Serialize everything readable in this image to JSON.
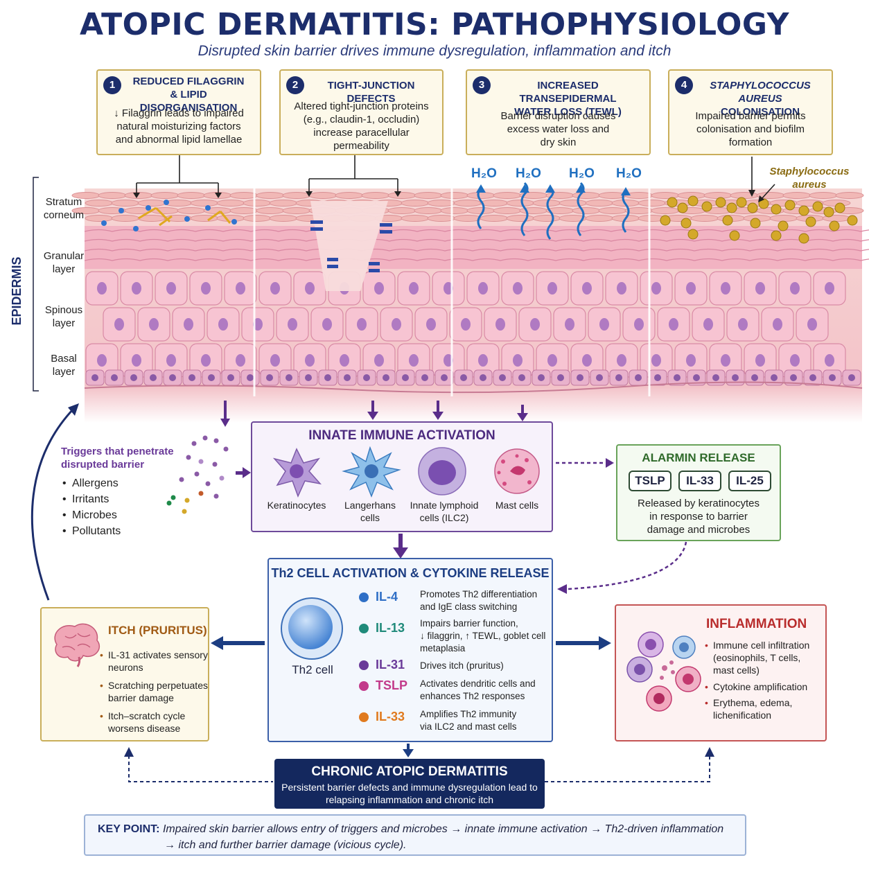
{
  "title": "ATOPIC DERMATITIS: PATHOPHYSIOLOGY",
  "subtitle": "Disrupted skin barrier drives immune dysregulation, inflammation and itch",
  "steps": [
    {
      "num": "1",
      "head1": "REDUCED FILAGGRIN",
      "head2": "& LIPID DISORGANISATION",
      "b1": "↓ Filaggrin leads to impaired",
      "b2": "natural moisturizing factors",
      "b3": "and abnormal lipid lamellae"
    },
    {
      "num": "2",
      "head1": "TIGHT-JUNCTION DEFECTS",
      "b1": "Altered tight-junction proteins",
      "b2": "(e.g., claudin-1, occludin)",
      "b3": "increase paracellular",
      "b4": "permeability"
    },
    {
      "num": "3",
      "head1": "INCREASED TRANSEPIDERMAL",
      "head2": "WATER LOSS (TEWL)",
      "b1": "Barrier disruption causes",
      "b2": "excess water loss and",
      "b3": "dry skin"
    },
    {
      "num": "4",
      "head1": "STAPHYLOCOCCUS AUREUS",
      "head2": "COLONISATION",
      "b1": "Impaired barrier permits",
      "b2": "colonisation and biofilm",
      "b3": "formation"
    }
  ],
  "layers": {
    "epidermis": "EPIDERMIS",
    "stratum1": "Stratum",
    "stratum2": "corneum",
    "granular1": "Granular",
    "granular2": "layer",
    "spinous1": "Spinous",
    "spinous2": "layer",
    "basal1": "Basal",
    "basal2": "layer"
  },
  "h2o": "H₂O",
  "staph1": "Staphylococcus",
  "staph2": "aureus",
  "triggers": {
    "h1": "Triggers that penetrate",
    "h2": "disrupted barrier",
    "items": [
      "Allergens",
      "Irritants",
      "Microbes",
      "Pollutants"
    ]
  },
  "innate": {
    "title": "INNATE IMMUNE ACTIVATION",
    "cells": [
      {
        "l1": "Keratinocytes",
        "l2": ""
      },
      {
        "l1": "Langerhans",
        "l2": "cells"
      },
      {
        "l1": "Innate lymphoid",
        "l2": "cells (ILC2)"
      },
      {
        "l1": "Mast cells",
        "l2": ""
      }
    ]
  },
  "alarmin": {
    "title": "ALARMIN RELEASE",
    "pills": [
      "TSLP",
      "IL-33",
      "IL-25"
    ],
    "b1": "Released by keratinocytes",
    "b2": "in response to barrier",
    "b3": "damage and microbes"
  },
  "th2": {
    "title": "Th2 CELL ACTIVATION & CYTOKINE RELEASE",
    "cell": "Th2 cell",
    "cytokines": [
      {
        "name": "IL-4",
        "color": "#2f6fc6",
        "d1": "Promotes Th2 differentiation",
        "d2": "and IgE class switching",
        "d3": ""
      },
      {
        "name": "IL-13",
        "color": "#1f8a7a",
        "d1": "Impairs barrier function,",
        "d2": "↓ filaggrin, ↑ TEWL, goblet cell",
        "d3": "metaplasia"
      },
      {
        "name": "IL-31",
        "color": "#6a3a99",
        "d1": "Drives itch (pruritus)",
        "d2": "",
        "d3": ""
      },
      {
        "name": "TSLP",
        "color": "#c23a8a",
        "d1": "Activates dendritic cells and",
        "d2": "enhances Th2 responses",
        "d3": ""
      },
      {
        "name": "IL-33",
        "color": "#e07a1e",
        "d1": "Amplifies Th2 immunity",
        "d2": "via ILC2 and mast cells",
        "d3": ""
      }
    ]
  },
  "itch": {
    "title": "ITCH (PRURITUS)",
    "b1a": "IL-31 activates sensory",
    "b1b": "neurons",
    "b2a": "Scratching perpetuates",
    "b2b": "barrier damage",
    "b3a": "Itch–scratch cycle",
    "b3b": "worsens disease"
  },
  "inflammation": {
    "title": "INFLAMMATION",
    "b1a": "Immune cell infiltration",
    "b1b": "(eosinophils, T cells,",
    "b1c": "mast cells)",
    "b2": "Cytokine amplification",
    "b3a": "Erythema, edema,",
    "b3b": "lichenification"
  },
  "chronic": {
    "title": "CHRONIC ATOPIC DERMATITIS",
    "b1": "Persistent barrier defects and immune dysregulation lead to",
    "b2": "relapsing inflammation and chronic itch"
  },
  "keypoint": {
    "label": "KEY POINT:",
    "l1": "Impaired skin barrier allows entry of triggers and microbes → innate immune activation → Th2-driven inflammation",
    "l2": "→ itch and further barrier damage (vicious cycle)."
  },
  "colors": {
    "navy": "#1c2d6b",
    "purple": "#6a3a99",
    "green": "#2f6a2a",
    "red": "#b92d2d",
    "gold": "#c9ae5a"
  }
}
